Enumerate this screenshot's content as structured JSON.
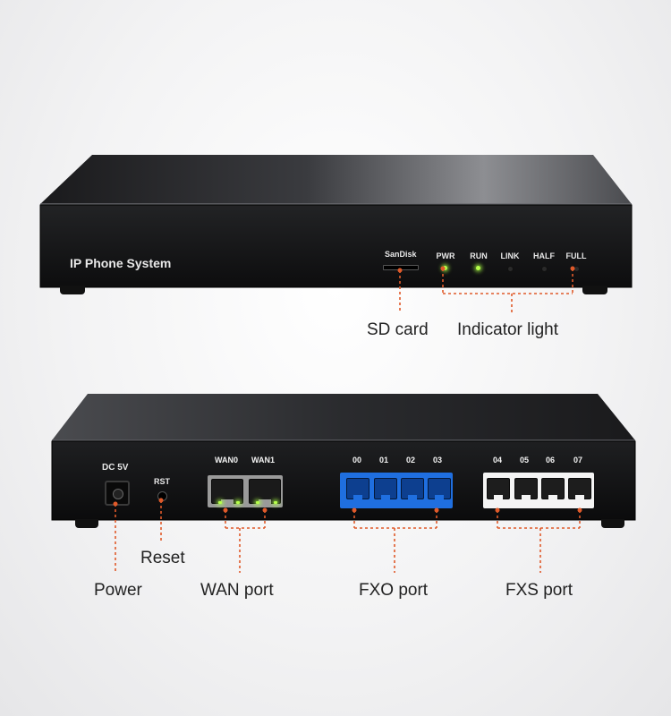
{
  "front": {
    "brand_label": "IP Phone System",
    "sd_brand": "SanDisk",
    "indicators": [
      "PWR",
      "RUN",
      "LINK",
      "HALF",
      "FULL"
    ],
    "indicator_states": [
      "on",
      "on",
      "off",
      "off",
      "off"
    ]
  },
  "rear": {
    "power_label": "DC 5V",
    "reset_label": "RST",
    "wan_labels": [
      "WAN0",
      "WAN1"
    ],
    "fxo_labels": [
      "00",
      "01",
      "02",
      "03"
    ],
    "fxs_labels": [
      "04",
      "05",
      "06",
      "07"
    ]
  },
  "callouts": {
    "sd_card": "SD card",
    "indicator_light": "Indicator light",
    "reset": "Reset",
    "power": "Power",
    "wan_port": "WAN port",
    "fxo_port": "FXO port",
    "fxs_port": "FXS port"
  },
  "colors": {
    "callout_line": "#e05a2a",
    "fxo_port": "#1f6fe0",
    "fxs_port": "#f4f4f4",
    "led_on": "#b6ff4a"
  }
}
